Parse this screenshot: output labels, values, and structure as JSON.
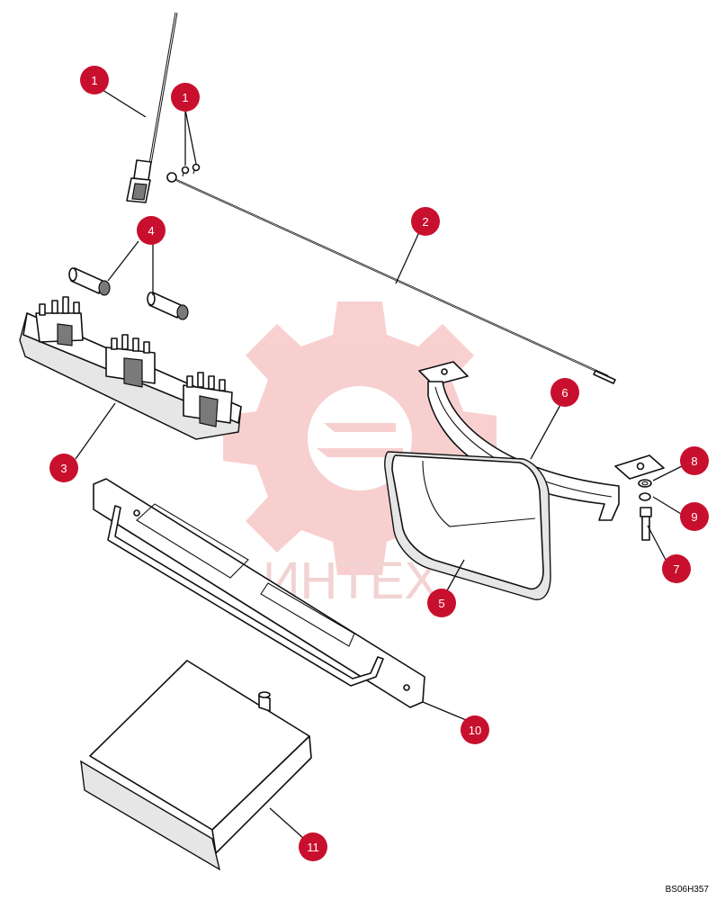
{
  "diagram": {
    "callouts": [
      {
        "id": "c1a",
        "label": "1"
      },
      {
        "id": "c1b",
        "label": "1"
      },
      {
        "id": "c2",
        "label": "2"
      },
      {
        "id": "c3",
        "label": "3"
      },
      {
        "id": "c4",
        "label": "4"
      },
      {
        "id": "c5",
        "label": "5"
      },
      {
        "id": "c6",
        "label": "6"
      },
      {
        "id": "c7",
        "label": "7"
      },
      {
        "id": "c8",
        "label": "8"
      },
      {
        "id": "c9",
        "label": "9"
      },
      {
        "id": "c10",
        "label": "10"
      },
      {
        "id": "c11",
        "label": "11"
      }
    ],
    "watermark_text": "ИНТЕХ",
    "reference_code": "BS06H357"
  },
  "colors": {
    "callout_fill": "#c8102e",
    "watermark": "#f4a9a9",
    "line": "#111111"
  }
}
